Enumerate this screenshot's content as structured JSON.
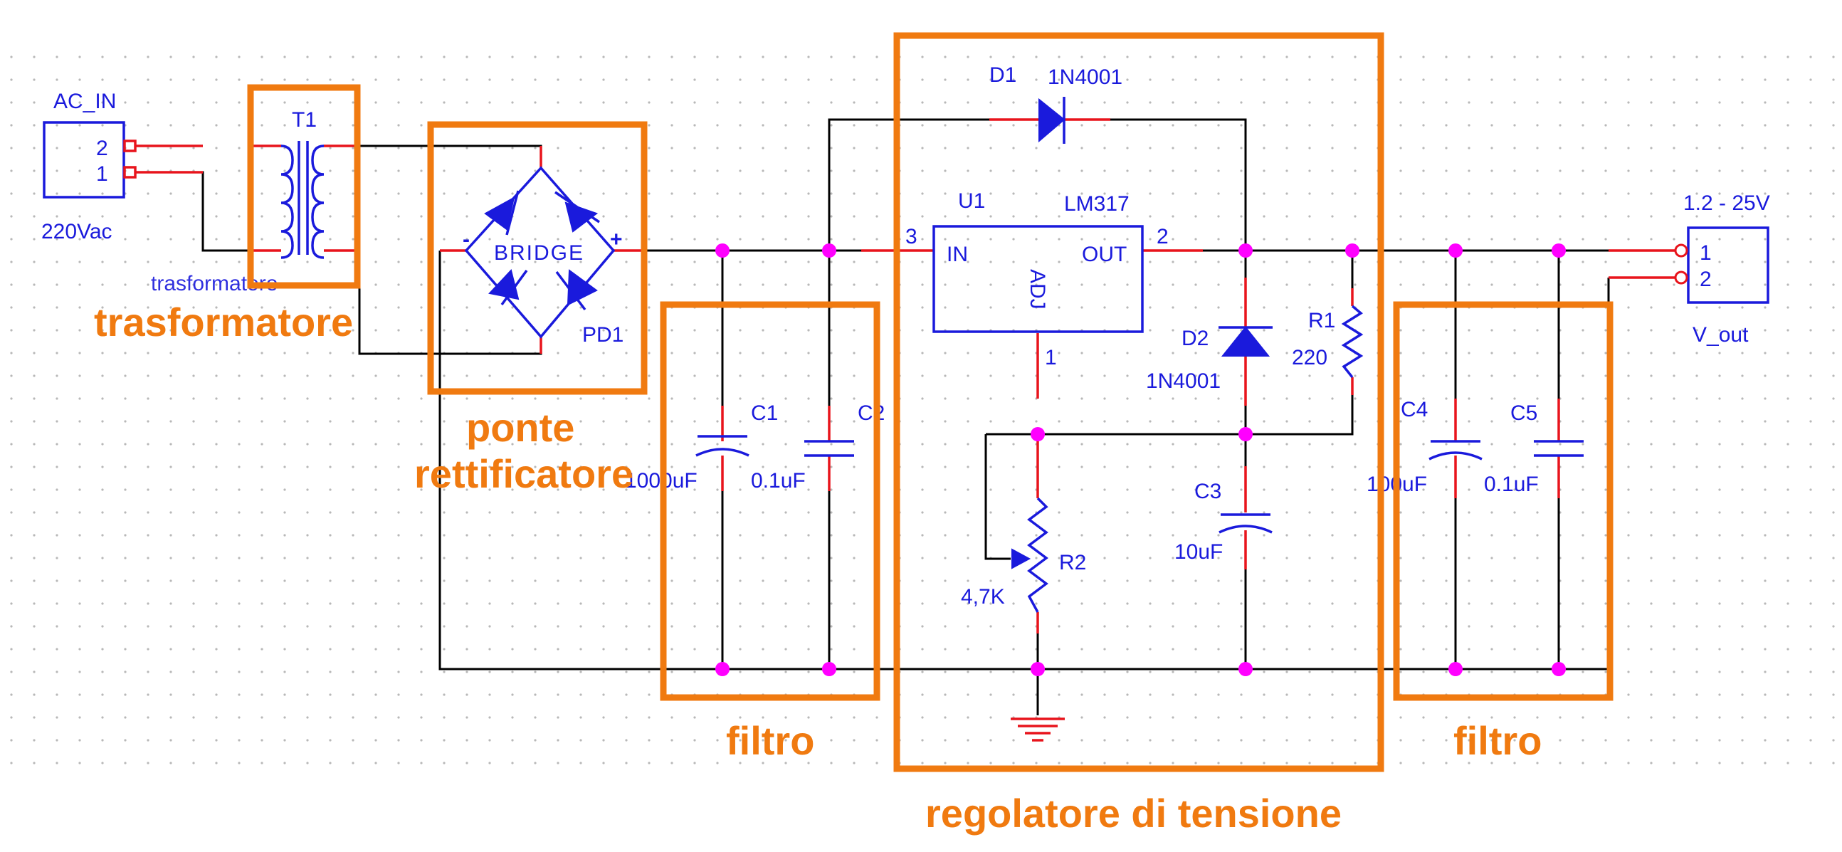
{
  "components": {
    "ac_in": {
      "ref": "AC_IN",
      "pin2": "2",
      "pin1": "1",
      "value": "220Vac"
    },
    "t1": {
      "ref": "T1",
      "label": "trasformatore"
    },
    "pd1": {
      "ref": "PD1",
      "body": "BRIDGE",
      "plus": "+",
      "minus": "-"
    },
    "d1": {
      "ref": "D1",
      "value": "1N4001"
    },
    "u1": {
      "ref": "U1",
      "part": "LM317",
      "pin_in_num": "3",
      "pin_out_num": "2",
      "pin_adj_num": "1",
      "in": "IN",
      "out": "OUT",
      "adj": "ADJ"
    },
    "d2": {
      "ref": "D2",
      "value": "1N4001"
    },
    "r1": {
      "ref": "R1",
      "value": "220"
    },
    "r2": {
      "ref": "R2",
      "value": "4,7K"
    },
    "c1": {
      "ref": "C1",
      "value": "1000uF"
    },
    "c2": {
      "ref": "C2",
      "value": "0.1uF"
    },
    "c3": {
      "ref": "C3",
      "value": "10uF"
    },
    "c4": {
      "ref": "C4",
      "value": "100uF"
    },
    "c5": {
      "ref": "C5",
      "value": "0.1uF"
    },
    "v_out": {
      "ref": "V_out",
      "range": "1.2 - 25V",
      "pin1": "1",
      "pin2": "2"
    }
  },
  "annotations": {
    "trasformatore": "trasformatore",
    "ponte": "ponte",
    "rettificatore": "rettificatore",
    "filtro_left": "filtro",
    "regolatore": "regolatore di tensione",
    "filtro_right": "filtro"
  },
  "colors": {
    "wire": "#000000",
    "pin": "#e8141c",
    "component": "#1a1adc",
    "junction": "#ff00ff",
    "annotation": "#f07a10"
  }
}
